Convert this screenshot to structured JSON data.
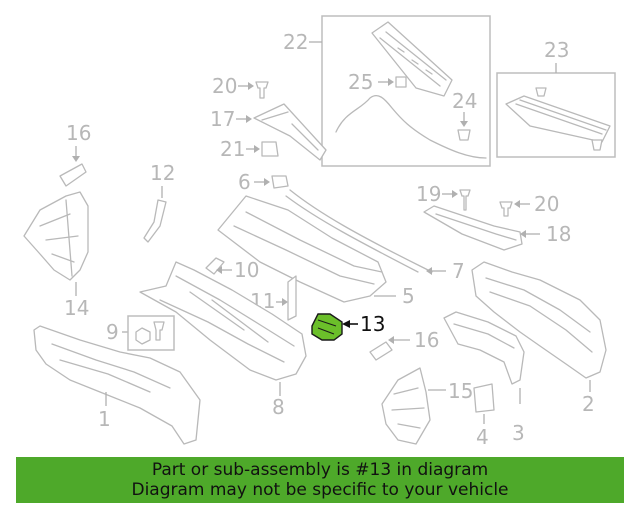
{
  "callouts": {
    "c1": "1",
    "c2": "2",
    "c3": "3",
    "c4": "4",
    "c5": "5",
    "c6": "6",
    "c7": "7",
    "c8": "8",
    "c9": "9",
    "c10": "10",
    "c11": "11",
    "c12": "12",
    "c13": "13",
    "c14": "14",
    "c15": "15",
    "c16a": "16",
    "c16b": "16",
    "c17": "17",
    "c18": "18",
    "c19": "19",
    "c20a": "20",
    "c20b": "20",
    "c21": "21",
    "c22": "22",
    "c23": "23",
    "c24": "24",
    "c25": "25"
  },
  "highlight": {
    "part": "13",
    "color": "#6bbf2a"
  },
  "banner": {
    "line1": "Part or sub-assembly is #13 in diagram",
    "line2": "Diagram may not be specific to your vehicle",
    "color": "#4ea92a"
  }
}
